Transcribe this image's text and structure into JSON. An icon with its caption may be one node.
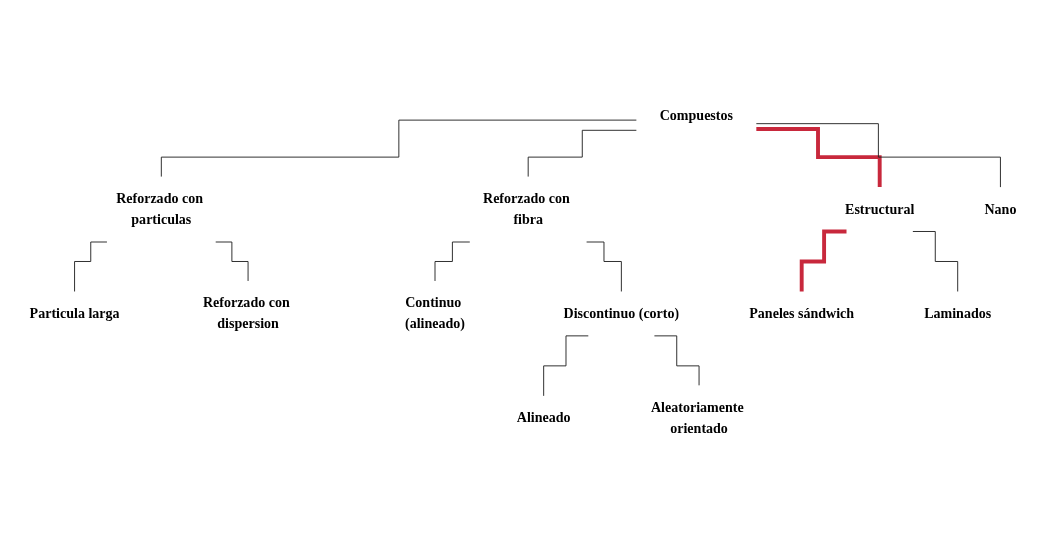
{
  "diagram": {
    "nodes": [
      {
        "text": [
          "Compuestos"
        ]
      },
      {
        "text": [
          "Reforzado con particulas"
        ]
      },
      {
        "text": [
          "Reforzado con fibra"
        ]
      },
      {
        "text": [
          "Estructural"
        ]
      },
      {
        "text": [
          "Nano"
        ]
      },
      {
        "text": [
          "Particula larga"
        ]
      },
      {
        "text": [
          "Reforzado con dispersion"
        ]
      },
      {
        "text": [
          "Continuo (alineado)"
        ]
      },
      {
        "text": [
          "Discontinuo (corto)"
        ]
      },
      {
        "text": [
          "Paneles sándwich"
        ]
      },
      {
        "text": [
          "Laminados"
        ]
      },
      {
        "text": [
          "Alineado"
        ]
      },
      {
        "text": [
          "Aleatoriamente orientado"
        ]
      }
    ],
    "edges": [
      {
        "from": 0,
        "to": 1,
        "arrow": "none"
      },
      {
        "from": 0,
        "to": 2,
        "arrow": "none"
      },
      {
        "from": 0,
        "to": 3,
        "arrow": "none",
        "style": "thick",
        "color": "#c8283c"
      },
      {
        "from": 0,
        "to": 4,
        "arrow": "none"
      },
      {
        "from": 1,
        "to": 5,
        "arrow": "none"
      },
      {
        "from": 1,
        "to": 6,
        "arrow": "none"
      },
      {
        "from": 2,
        "to": 7,
        "arrow": "none"
      },
      {
        "from": 2,
        "to": 8,
        "arrow": "none"
      },
      {
        "from": 3,
        "to": 9,
        "arrow": "none",
        "style": "thick",
        "color": "#c8283c"
      },
      {
        "from": 3,
        "to": 10,
        "arrow": "none"
      },
      {
        "from": 8,
        "to": 11,
        "arrow": "none"
      },
      {
        "from": 8,
        "to": 12,
        "arrow": "none"
      }
    ]
  }
}
